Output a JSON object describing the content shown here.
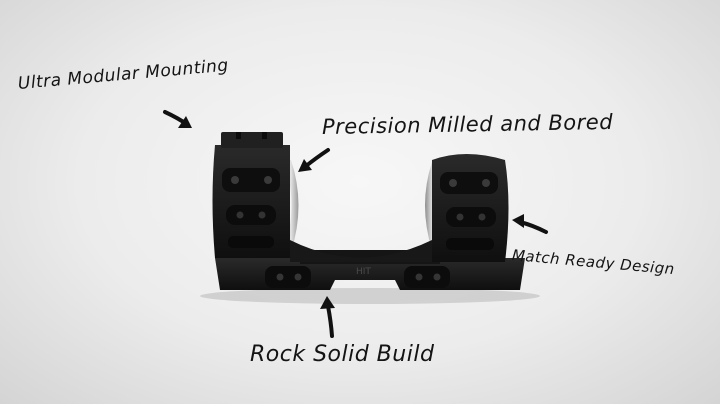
{
  "callouts": {
    "modular": "Ultra Modular Mounting",
    "precision": "Precision Milled and Bored",
    "match": "Match Ready Design",
    "solid": "Rock Solid Build"
  },
  "colors": {
    "background": "#ececec",
    "mount_body": "#1b1b1b",
    "ring_inner": "#bdbdbd",
    "text": "#141414"
  }
}
